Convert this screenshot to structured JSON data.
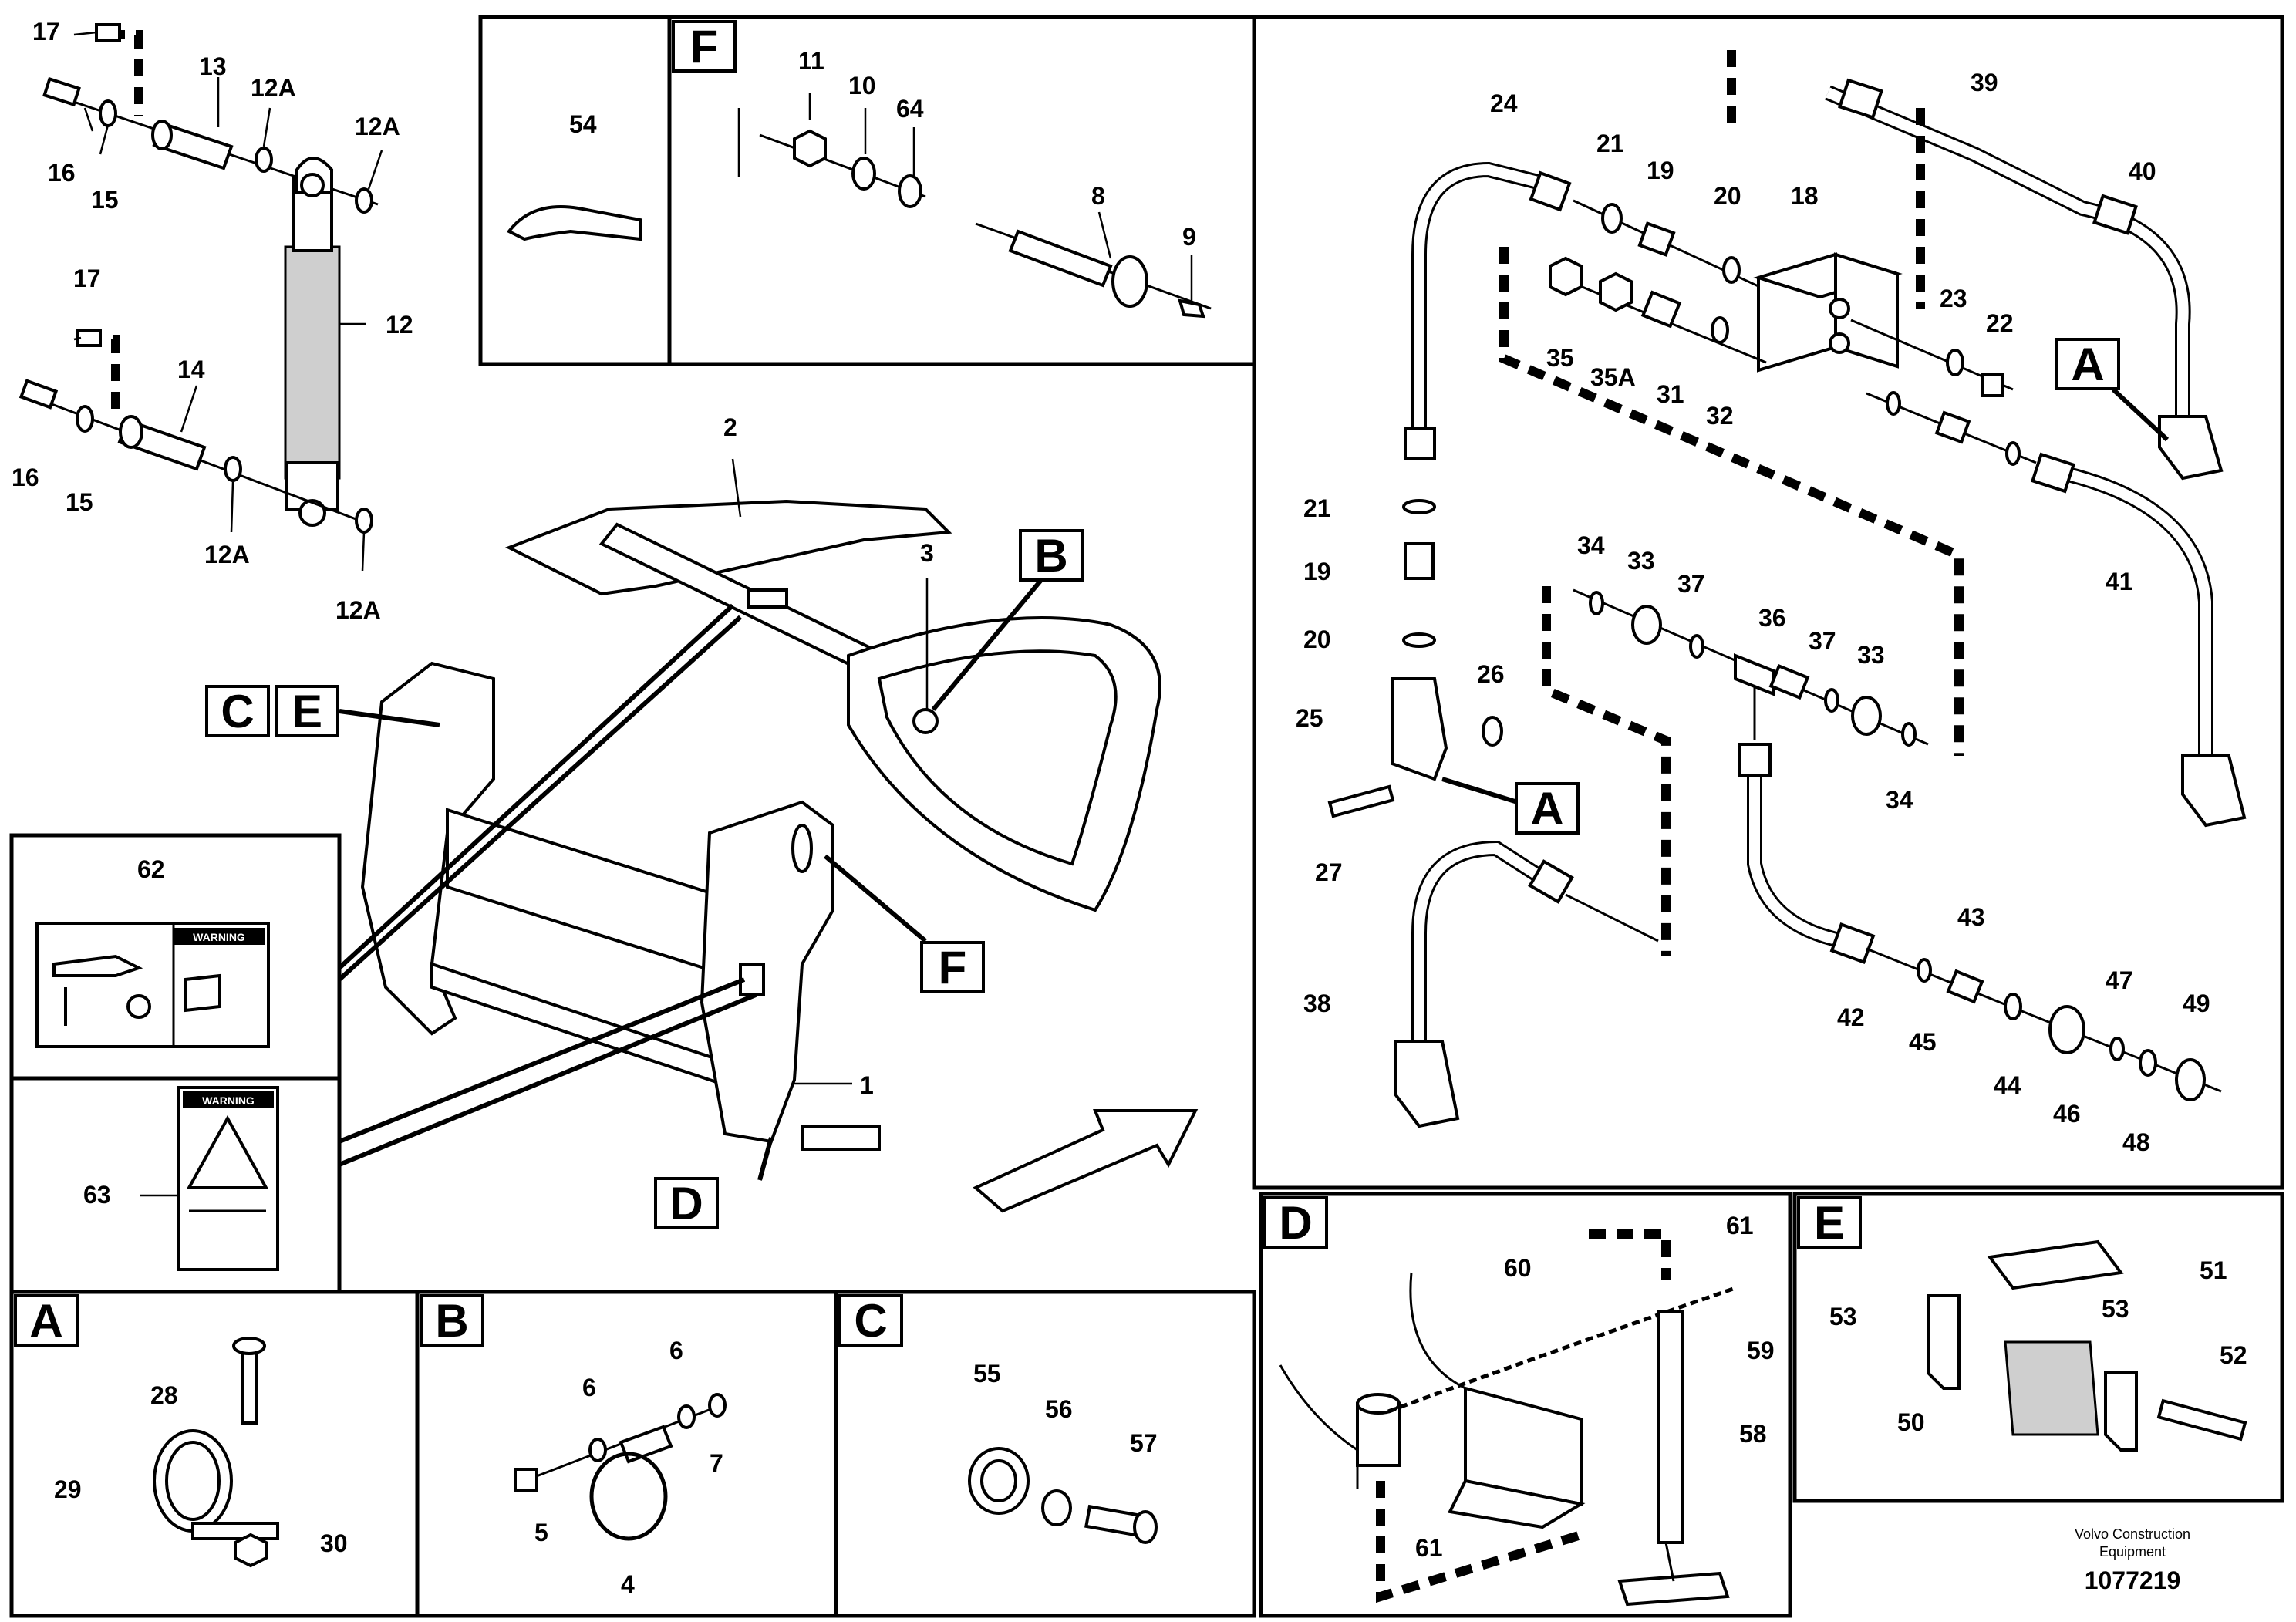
{
  "labels": {
    "n1": "1",
    "n2": "2",
    "n3": "3",
    "n4": "4",
    "n5": "5",
    "n6a": "6",
    "n6b": "6",
    "n7": "7",
    "n8": "8",
    "n9": "9",
    "n10": "10",
    "n11": "11",
    "n12": "12",
    "n12a1": "12A",
    "n12a2": "12A",
    "n12a3": "12A",
    "n12a4": "12A",
    "n13": "13",
    "n14": "14",
    "n15a": "15",
    "n15b": "15",
    "n16a": "16",
    "n16b": "16",
    "n17a": "17",
    "n17b": "17",
    "n18": "18",
    "n19a": "19",
    "n19b": "19",
    "n20a": "20",
    "n20b": "20",
    "n21a": "21",
    "n21b": "21",
    "n22": "22",
    "n23": "23",
    "n24": "24",
    "n25": "25",
    "n26": "26",
    "n27": "27",
    "n28": "28",
    "n29": "29",
    "n30": "30",
    "n31": "31",
    "n32": "32",
    "n33a": "33",
    "n33b": "33",
    "n34a": "34",
    "n34b": "34",
    "n35": "35",
    "n35a": "35A",
    "n36": "36",
    "n37a": "37",
    "n37b": "37",
    "n38": "38",
    "n39": "39",
    "n40": "40",
    "n41": "41",
    "n42": "42",
    "n43": "43",
    "n44": "44",
    "n45": "45",
    "n46": "46",
    "n47": "47",
    "n48": "48",
    "n49": "49",
    "n50": "50",
    "n51": "51",
    "n52": "52",
    "n53a": "53",
    "n53b": "53",
    "n54": "54",
    "n55": "55",
    "n56": "56",
    "n57": "57",
    "n58": "58",
    "n59": "59",
    "n60": "60",
    "n61a": "61",
    "n61b": "61",
    "n62": "62",
    "n63": "63",
    "n64": "64"
  },
  "boxes": {
    "ref_c": "C",
    "ref_e": "E",
    "ref_b": "B",
    "ref_f": "F",
    "ref_d": "D",
    "ref_a1": "A",
    "ref_a2": "A",
    "panel_f": "F",
    "panel_a": "A",
    "panel_b": "B",
    "panel_c": "C",
    "panel_d": "D",
    "panel_e": "E"
  },
  "decals": {
    "warning_62": "WARNING",
    "warning_63": "WARNING"
  },
  "footer": {
    "brand_line1": "Volvo Construction",
    "brand_line2": "Equipment",
    "doc_id": "1077219"
  }
}
